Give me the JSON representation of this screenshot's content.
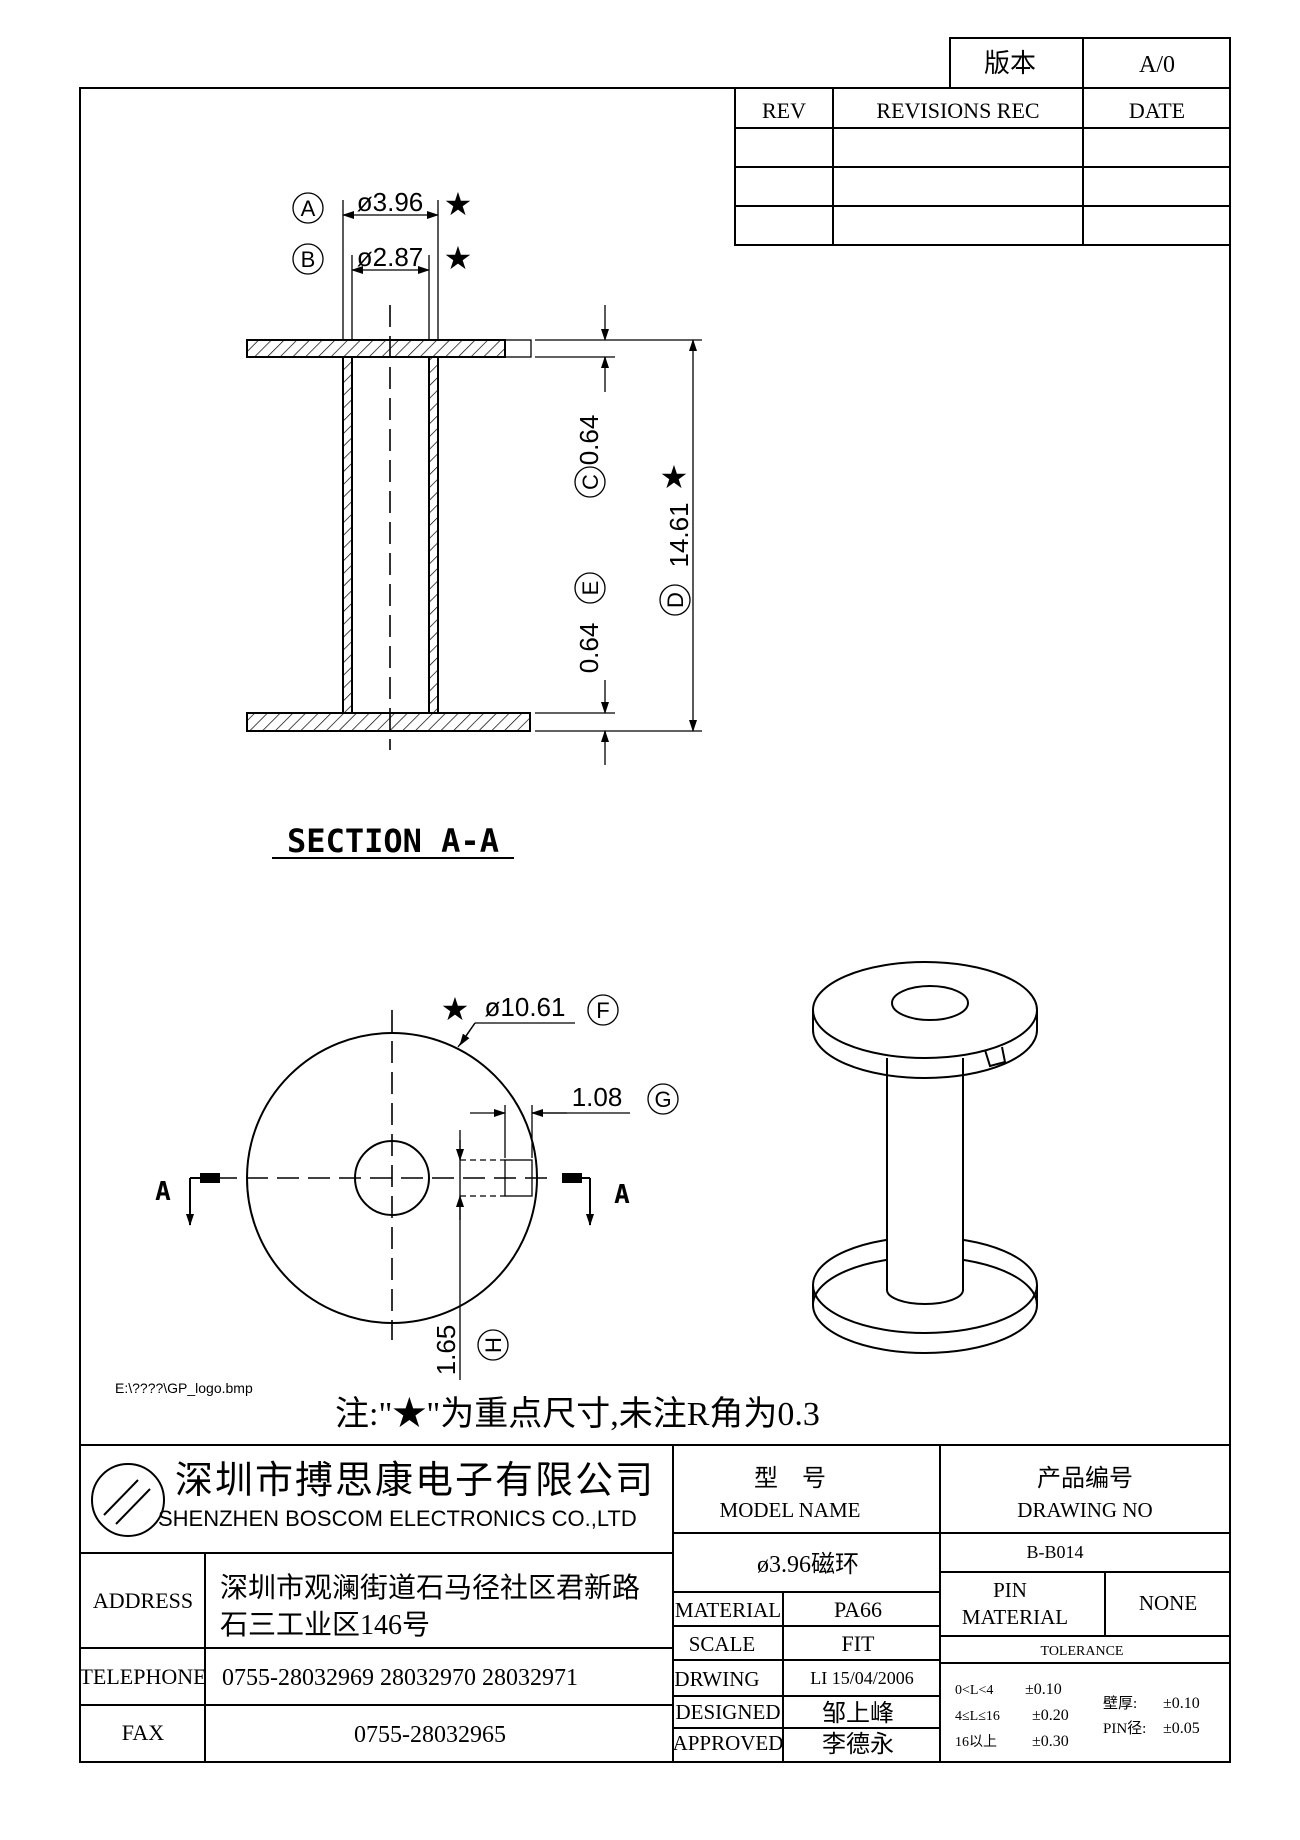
{
  "revision_box": {
    "version_label": "版本",
    "version_value": "A/0"
  },
  "revision_table": {
    "headers": [
      "REV",
      "REVISIONS REC",
      "DATE"
    ]
  },
  "section_view": {
    "dimensions": {
      "A": {
        "letter": "A",
        "value": "ø3.96",
        "star": "★"
      },
      "B": {
        "letter": "B",
        "value": "ø2.87",
        "star": "★"
      },
      "C": {
        "letter": "C",
        "value": "0.64"
      },
      "D": {
        "letter": "D",
        "value": "14.61",
        "star": "★"
      },
      "E": {
        "letter": "E",
        "value": "0.64"
      }
    },
    "title": "SECTION A-A"
  },
  "top_view": {
    "dimensions": {
      "F": {
        "letter": "F",
        "value": "ø10.61",
        "star": "★"
      },
      "G": {
        "letter": "G",
        "value": "1.08"
      },
      "H": {
        "letter": "H",
        "value": "1.65"
      }
    },
    "section_mark": "A"
  },
  "logo_path": "E:\\????\\GP_logo.bmp",
  "note": "注:\"★\"为重点尺寸,未注R角为0.3",
  "title_block": {
    "company_cn": "深圳市搏思康电子有限公司",
    "company_en": "SHENZHEN BOSCOM ELECTRONICS CO.,LTD",
    "address_label": "ADDRESS",
    "address_line1": "深圳市观澜街道石马径社区君新路",
    "address_line2": "石三工业区146号",
    "telephone_label": "TELEPHONE",
    "telephone": "0755-28032969 28032970 28032971",
    "fax_label": "FAX",
    "fax": "0755-28032965",
    "model_cn": "型    号",
    "model_en": "MODEL NAME",
    "model_value": "ø3.96磁环",
    "drawing_cn": "产品编号",
    "drawing_en": "DRAWING NO",
    "drawing_value": "B-B014",
    "material_label": "MATERIAL",
    "material_value": "PA66",
    "scale_label": "SCALE",
    "scale_value": "FIT",
    "drwing_label": "DRWING",
    "drwing_value": "LI 15/04/2006",
    "designed_label": "DESIGNED",
    "designed_value": "邹上峰",
    "approved_label": "APPROVED",
    "approved_value": "李德永",
    "pin_label": "PIN",
    "pin_material_label": "MATERIAL",
    "pin_material_value": "NONE",
    "tolerance_label": "TOLERANCE",
    "tol_rows": [
      {
        "range": "0<L<4",
        "value": "±0.10"
      },
      {
        "range": "4≤L≤16",
        "value": "±0.20"
      },
      {
        "range": "16以上",
        "value": "±0.30"
      }
    ],
    "wall_label": "壁厚:",
    "wall_value": "±0.10",
    "pin_dia_label": "PIN径:",
    "pin_dia_value": "±0.05"
  }
}
